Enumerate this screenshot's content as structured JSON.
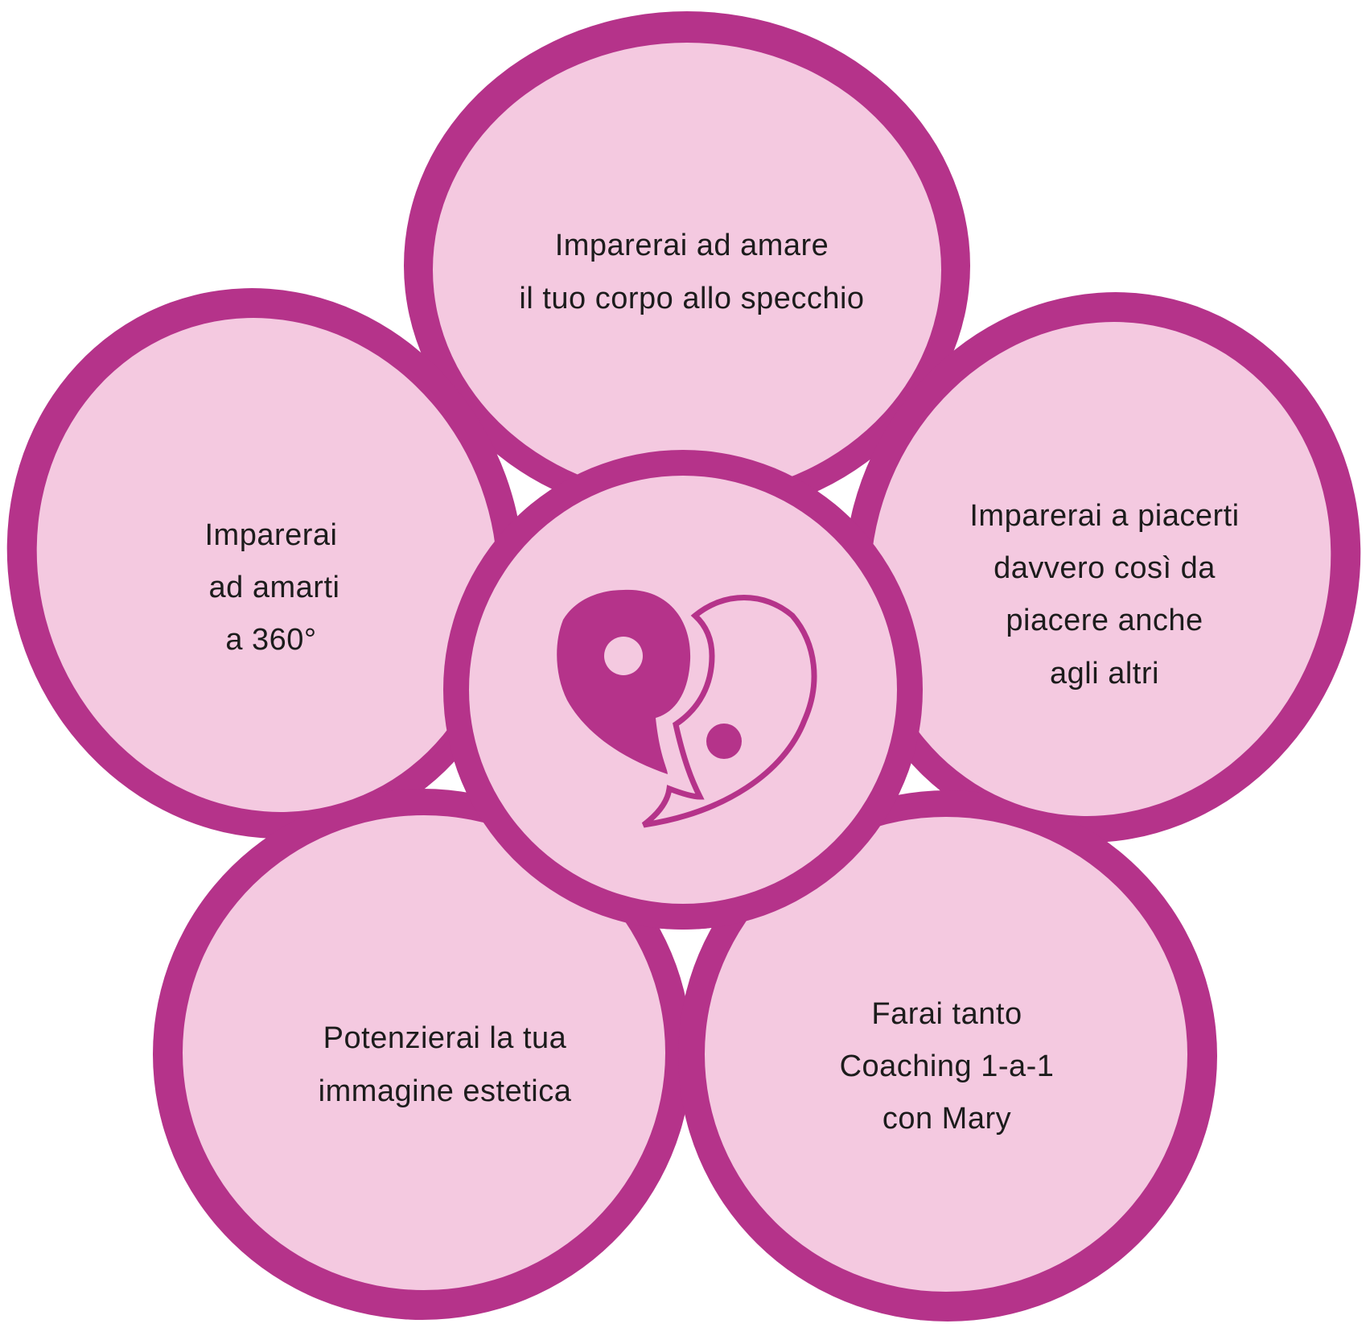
{
  "colors": {
    "border": "#b5338a",
    "fill": "#f4c9e0",
    "text": "#1c1c1c"
  },
  "center": {
    "icon": "heart-yin-yang-speech-bubble-logo"
  },
  "petals": {
    "top": {
      "lines": [
        "Imparerai ad amare",
        "il tuo corpo allo specchio"
      ]
    },
    "left": {
      "lines": [
        "Imparerai",
        "ad amarti",
        "a 360°"
      ]
    },
    "right": {
      "lines": [
        "Imparerai a piacerti",
        "davvero così da",
        "piacere anche",
        "agli altri"
      ]
    },
    "bottom_left": {
      "lines": [
        "Potenzierai la tua",
        "immagine estetica"
      ]
    },
    "bottom_right": {
      "lines": [
        "Farai tanto",
        "Coaching 1-a-1",
        "con Mary"
      ]
    }
  }
}
